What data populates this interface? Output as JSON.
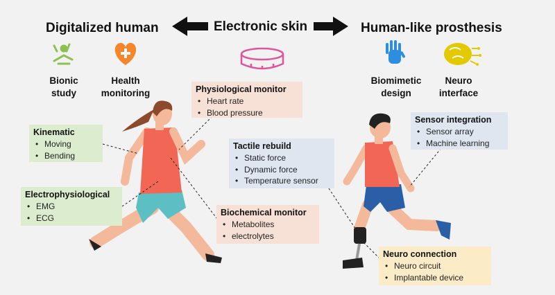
{
  "header": {
    "left_title": "Digitalized human",
    "center_title": "Electronic skin",
    "right_title": "Human-like prosthesis"
  },
  "icons": [
    {
      "name": "bionic-arm-icon",
      "line1": "Bionic",
      "line2": "study",
      "color": "#8cc152"
    },
    {
      "name": "heart-plus-icon",
      "line1": "Health",
      "line2": "monitoring",
      "color": "#f6862b"
    },
    {
      "name": "hand-icon",
      "line1": "Biomimetic",
      "line2": "design",
      "color": "#2d8ee0"
    },
    {
      "name": "brain-circuit-icon",
      "line1": "Neuro",
      "line2": "interface",
      "color": "#e2c900"
    }
  ],
  "boxes": {
    "kinematic": {
      "title": "Kinematic",
      "items": [
        "Moving",
        "Bending"
      ]
    },
    "electrophysiological": {
      "title": "Electrophysiological",
      "items": [
        "EMG",
        "ECG"
      ]
    },
    "physiological": {
      "title": "Physiological monitor",
      "items": [
        "Heart rate",
        "Blood pressure"
      ]
    },
    "biochemical": {
      "title": "Biochemical monitor",
      "items": [
        "Metabolites",
        "electrolytes"
      ]
    },
    "tactile": {
      "title": "Tactile rebuild",
      "items": [
        "Static force",
        "Dynamic force",
        "Temperature sensor"
      ]
    },
    "sensor": {
      "title": "Sensor integration",
      "items": [
        "Sensor array",
        "Machine learning"
      ]
    },
    "neuro": {
      "title": "Neuro connection",
      "items": [
        "Neuro circuit",
        "Implantable device"
      ]
    }
  },
  "colors": {
    "green_box": "#dcedcf",
    "peach_box": "#f7e1d6",
    "blue_box": "#dfe6ef",
    "yellow_box": "#fbecc7",
    "skin_band": "#e0559a"
  }
}
